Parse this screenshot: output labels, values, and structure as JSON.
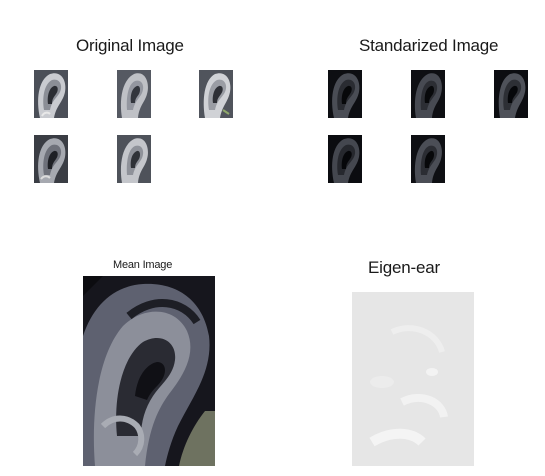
{
  "titles": {
    "original": "Original Image",
    "standardized": "Standarized Image",
    "mean": "Mean Image",
    "eigen": "Eigen-ear"
  },
  "original_images": [
    {
      "tone": "light"
    },
    {
      "tone": "light"
    },
    {
      "tone": "light"
    },
    {
      "tone": "medium"
    },
    {
      "tone": "light"
    }
  ],
  "standardized_images": [
    {
      "tone": "dark"
    },
    {
      "tone": "dark"
    },
    {
      "tone": "dark"
    },
    {
      "tone": "dark"
    },
    {
      "tone": "dark"
    }
  ],
  "colors": {
    "original_bg": "#5a5f6a",
    "standardized_bg": "#0e0f14",
    "mean_bg": "#15151c",
    "eigen_bg": "#e6e6e6"
  }
}
